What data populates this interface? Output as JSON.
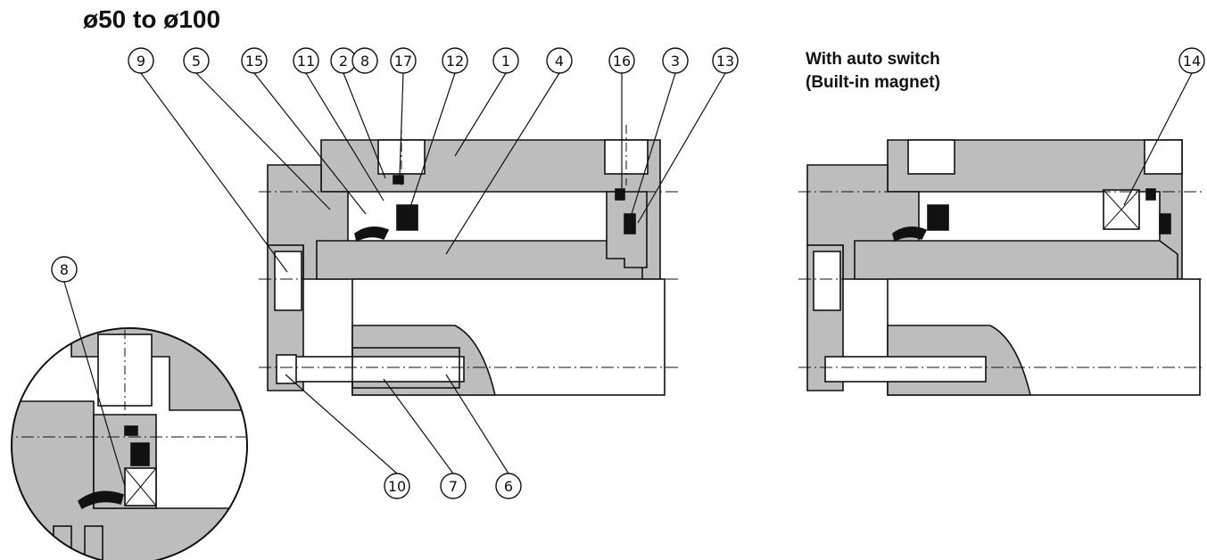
{
  "title": "ø50 to ø100",
  "auto_switch": {
    "line1": "With auto switch",
    "line2": "(Built-in magnet)"
  },
  "callouts": {
    "n9": "9",
    "n5": "5",
    "n15": "15",
    "n11": "11",
    "n2": "2",
    "n8a": "8",
    "n17": "17",
    "n12": "12",
    "n1": "1",
    "n4": "4",
    "n16": "16",
    "n3": "3",
    "n13": "13",
    "n10": "10",
    "n7": "7",
    "n6": "6",
    "n14": "14",
    "n8": "8"
  },
  "colors": {
    "fill": "#bdbdbd",
    "line": "#111111",
    "background": "#ffffff"
  }
}
